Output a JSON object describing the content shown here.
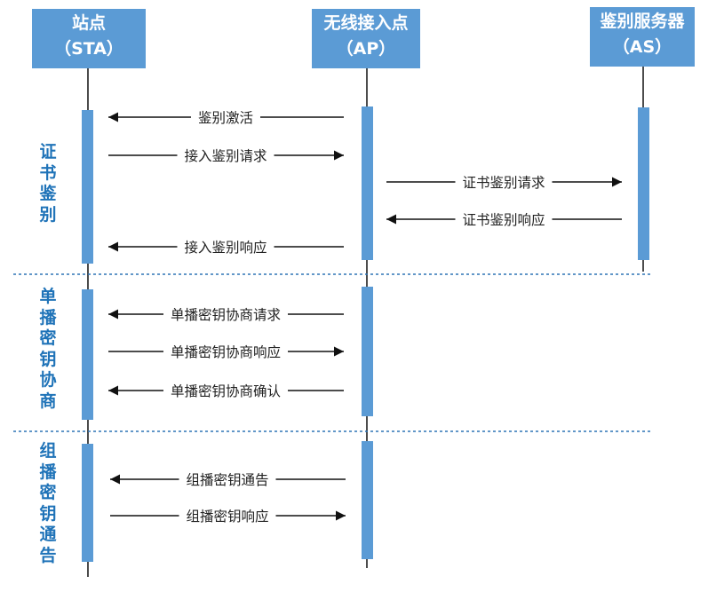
{
  "participants": [
    {
      "id": "sta",
      "name": "站点",
      "abbr": "（STA）"
    },
    {
      "id": "ap",
      "name": "无线接入点",
      "abbr": "（AP）"
    },
    {
      "id": "as",
      "name": "鉴别服务器",
      "abbr": "（AS）"
    }
  ],
  "phases": [
    {
      "id": "cert",
      "label": "证书鉴别"
    },
    {
      "id": "unicast",
      "label": "单播密钥协商"
    },
    {
      "id": "multicast",
      "label": "组播密钥通告"
    }
  ],
  "messages": [
    {
      "text": "鉴别激活",
      "from": "ap",
      "to": "sta"
    },
    {
      "text": "接入鉴别请求",
      "from": "sta",
      "to": "ap"
    },
    {
      "text": "证书鉴别请求",
      "from": "ap",
      "to": "as"
    },
    {
      "text": "证书鉴别响应",
      "from": "as",
      "to": "ap"
    },
    {
      "text": "接入鉴别响应",
      "from": "ap",
      "to": "sta"
    },
    {
      "text": "单播密钥协商请求",
      "from": "ap",
      "to": "sta"
    },
    {
      "text": "单播密钥协商响应",
      "from": "sta",
      "to": "ap"
    },
    {
      "text": "单播密钥协商确认",
      "from": "ap",
      "to": "sta"
    },
    {
      "text": "组播密钥通告",
      "from": "ap",
      "to": "sta"
    },
    {
      "text": "组播密钥响应",
      "from": "sta",
      "to": "ap"
    }
  ],
  "colors": {
    "accent": "#5b9bd5",
    "phase_text": "#1f73b8",
    "divider": "#2e75b6"
  }
}
